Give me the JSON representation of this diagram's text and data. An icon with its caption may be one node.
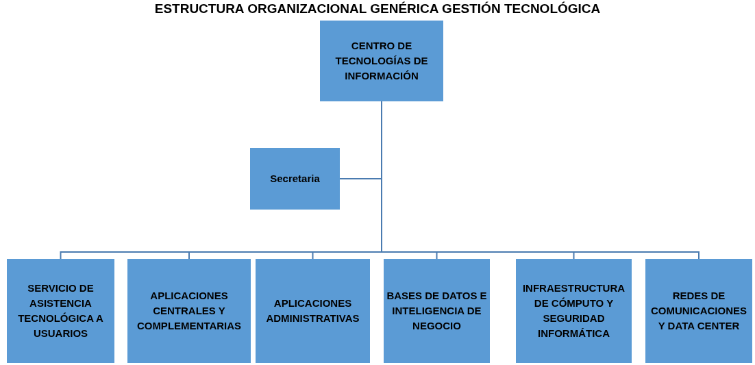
{
  "diagram": {
    "title": "ESTRUCTURA ORGANIZACIONAL GENÉRICA GESTIÓN TECNOLÓGICA",
    "nodes": [
      {
        "text": [
          "CENTRO DE TECNOLOGÍAS DE INFORMACIÓN"
        ]
      },
      {
        "text": [
          "Secretaria"
        ]
      },
      {
        "text": [
          "SERVICIO DE ASISTENCIA TECNOLÓGICA A USUARIOS"
        ]
      },
      {
        "text": [
          "APLICACIONES CENTRALES Y COMPLEMENTARIAS"
        ]
      },
      {
        "text": [
          "APLICACIONES ADMINISTRATIVAS"
        ]
      },
      {
        "text": [
          "BASES DE DATOS E INTELIGENCIA DE NEGOCIO"
        ]
      },
      {
        "text": [
          "INFRAESTRUCTURA DE CÓMPUTO Y SEGURIDAD INFORMÁTICA"
        ]
      },
      {
        "text": [
          "REDES DE COMUNICACIONES Y DATA CENTER"
        ]
      }
    ],
    "edges": [
      {
        "from": 0,
        "to": 1,
        "arrow": "none"
      },
      {
        "from": 0,
        "to": 2,
        "arrow": "none"
      },
      {
        "from": 0,
        "to": 3,
        "arrow": "none"
      },
      {
        "from": 0,
        "to": 4,
        "arrow": "none"
      },
      {
        "from": 0,
        "to": 5,
        "arrow": "none"
      },
      {
        "from": 0,
        "to": 6,
        "arrow": "none"
      },
      {
        "from": 0,
        "to": 7,
        "arrow": "none"
      }
    ]
  }
}
